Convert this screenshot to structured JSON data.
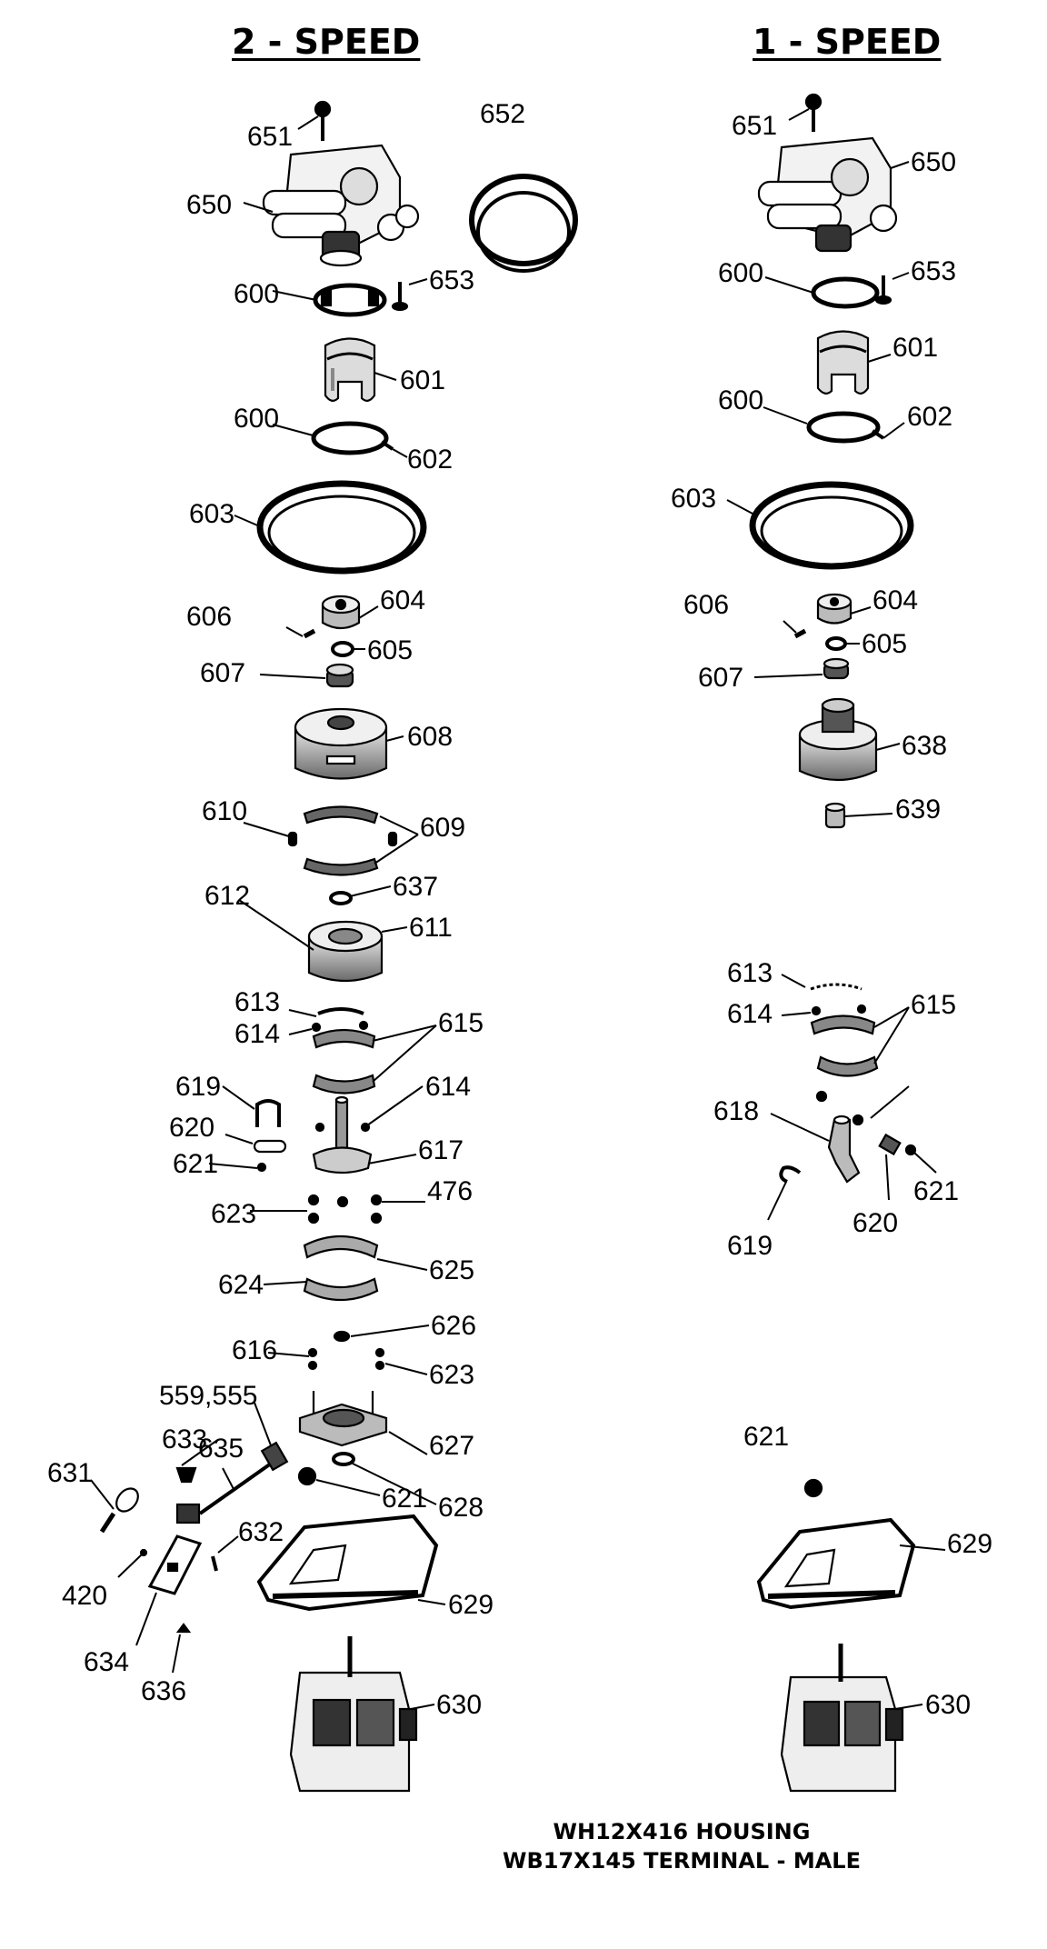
{
  "headings": {
    "two_speed": "2 - SPEED",
    "one_speed": "1 - SPEED"
  },
  "footnotes": {
    "line1": "WH12X416 HOUSING",
    "line2": "WB17X145 TERMINAL - MALE"
  },
  "labels_two_speed": {
    "l651": "651",
    "l652": "652",
    "l650": "650",
    "l600a": "600",
    "l653": "653",
    "l601": "601",
    "l600b": "600",
    "l602": "602",
    "l603": "603",
    "l606": "606",
    "l604": "604",
    "l605": "605",
    "l607": "607",
    "l608": "608",
    "l610": "610",
    "l609": "609",
    "l637": "637",
    "l612": "612",
    "l611": "611",
    "l613": "613",
    "l614a": "614",
    "l615": "615",
    "l619": "619",
    "l614b": "614",
    "l620": "620",
    "l621a": "621",
    "l617": "617",
    "l623a": "623",
    "l476": "476",
    "l624": "624",
    "l625": "625",
    "l626": "626",
    "l616": "616",
    "l623b": "623",
    "l559": "559,555",
    "l633": "633",
    "l635": "635",
    "l627": "627",
    "l631": "631",
    "l621b": "621",
    "l628": "628",
    "l632": "632",
    "l420": "420",
    "l629": "629",
    "l634": "634",
    "l636": "636",
    "l630": "630"
  },
  "labels_one_speed": {
    "r651": "651",
    "r650": "650",
    "r600a": "600",
    "r653": "653",
    "r601": "601",
    "r600b": "600",
    "r602": "602",
    "r603": "603",
    "r606": "606",
    "r604": "604",
    "r605": "605",
    "r607": "607",
    "r638": "638",
    "r639": "639",
    "r613": "613",
    "r614": "614",
    "r615": "615",
    "r618": "618",
    "r621a": "621",
    "r620": "620",
    "r619": "619",
    "r621b": "621",
    "r629": "629",
    "r630": "630"
  }
}
